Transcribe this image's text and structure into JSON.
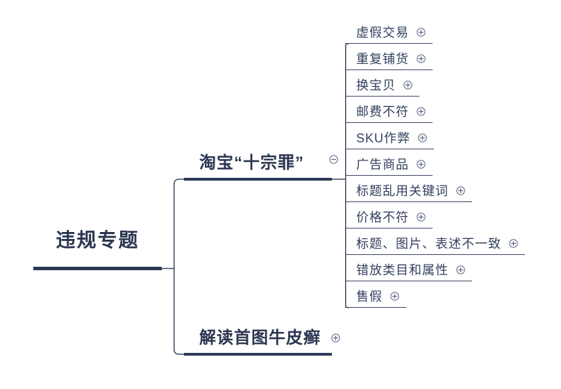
{
  "app": "mindmap-canvas",
  "colors": {
    "background": "#ffffff",
    "node_text": "#2b3550",
    "leaf_text": "#33405e",
    "thick_line": "#2b3a55",
    "thin_line": "#3c4760",
    "icon_stroke": "#5a6585"
  },
  "root": {
    "label": "违规专题"
  },
  "branches": [
    {
      "label": "淘宝“十宗罪”",
      "toggle": "minus",
      "toggle_icon": "collapse-minus-icon"
    },
    {
      "label": "解读首图牛皮癣",
      "toggle": "plus",
      "toggle_icon": "expand-plus-icon"
    }
  ],
  "leaves": [
    {
      "label": "虚假交易",
      "toggle": "plus"
    },
    {
      "label": "重复铺货",
      "toggle": "plus"
    },
    {
      "label": "换宝贝",
      "toggle": "plus"
    },
    {
      "label": "邮费不符",
      "toggle": "plus"
    },
    {
      "label": "SKU作弊",
      "toggle": "plus"
    },
    {
      "label": "广告商品",
      "toggle": "plus"
    },
    {
      "label": "标题乱用关键词",
      "toggle": "plus"
    },
    {
      "label": "价格不符",
      "toggle": "plus"
    },
    {
      "label": "标题、图片、表述不一致",
      "toggle": "plus"
    },
    {
      "label": "错放类目和属性",
      "toggle": "plus"
    },
    {
      "label": "售假",
      "toggle": "plus"
    }
  ]
}
